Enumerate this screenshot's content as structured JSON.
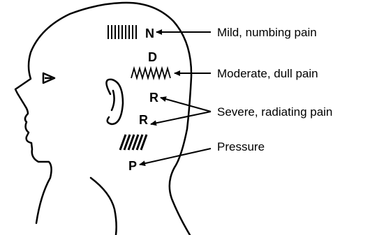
{
  "markers": {
    "numbing": "N",
    "dull": "D",
    "radiating": "R",
    "pressure": "P"
  },
  "legend": {
    "mild": "Mild, numbing pain",
    "moderate": "Moderate, dull pain",
    "severe": "Severe, radiating pain",
    "pressure": "Pressure"
  }
}
